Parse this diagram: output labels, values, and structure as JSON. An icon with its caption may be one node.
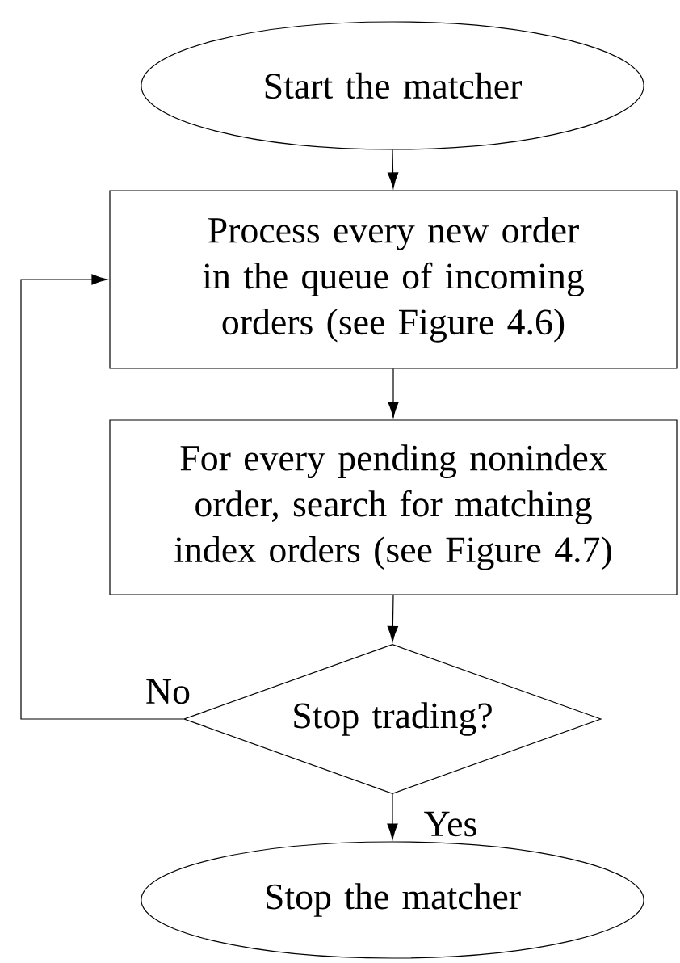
{
  "diagram": {
    "nodes": [
      {
        "text": [
          "Start the matcher"
        ]
      },
      {
        "text": [
          "Process every new order in the queue of incoming orders (see Figure 4.6)"
        ]
      },
      {
        "text": [
          "For every pending nonindex order, search for matching index orders (see Figure 4.7)"
        ]
      },
      {
        "text": [
          "Stop trading?"
        ]
      },
      {
        "text": [
          "Stop the matcher"
        ]
      }
    ],
    "edges": [
      {
        "from": 0,
        "to": 1,
        "arrow": "to"
      },
      {
        "from": 1,
        "to": 2,
        "arrow": "to"
      },
      {
        "from": 2,
        "to": 3,
        "arrow": "to"
      },
      {
        "from": 3,
        "to": 4,
        "arrow": "to",
        "label": "Yes"
      },
      {
        "from": 3,
        "to": 1,
        "arrow": "to",
        "label": "No"
      }
    ]
  }
}
